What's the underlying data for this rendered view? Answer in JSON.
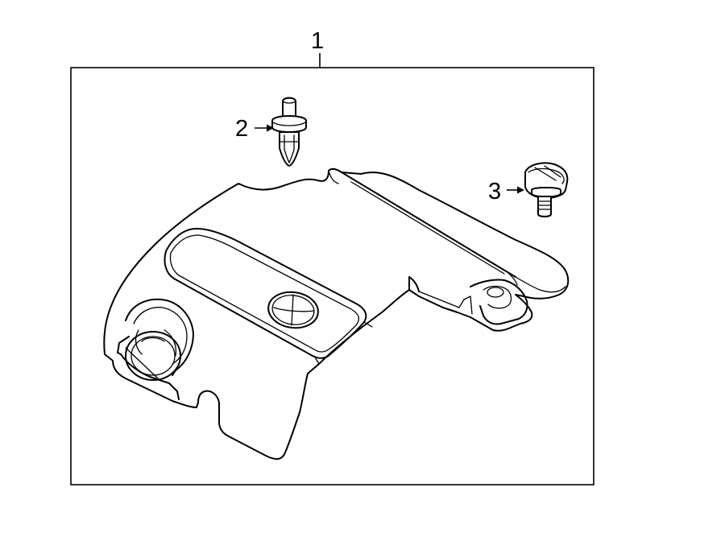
{
  "callouts": {
    "part_1": "1",
    "part_2": "2",
    "part_3": "3"
  },
  "colors": {
    "line": "#000000",
    "background": "#ffffff"
  }
}
